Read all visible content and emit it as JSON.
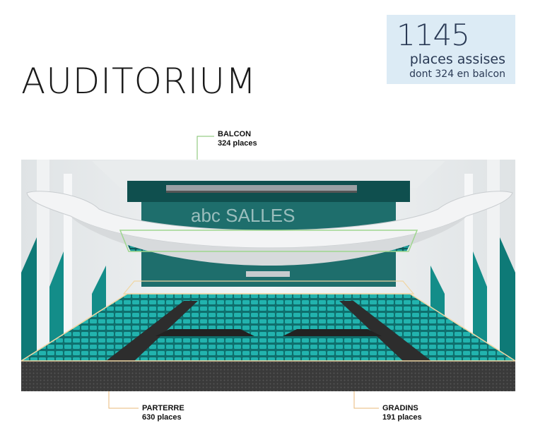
{
  "title": "AUDITORIUM",
  "capacity": {
    "number": "1145",
    "line1": "places assises",
    "line2": "dont 324 en balcon"
  },
  "callouts": {
    "balcon": {
      "name": "BALCON",
      "places": "324 places"
    },
    "parterre": {
      "name": "PARTERRE",
      "places": "630 places"
    },
    "gradins": {
      "name": "GRADINS",
      "places": "191 places"
    }
  },
  "watermark": "abc SALLES",
  "colors": {
    "seat_teal": "#1aa7a3",
    "callout_green": "#7cc06a",
    "callout_orange": "#e8b97a",
    "capacity_bg": "#dcebf5"
  }
}
